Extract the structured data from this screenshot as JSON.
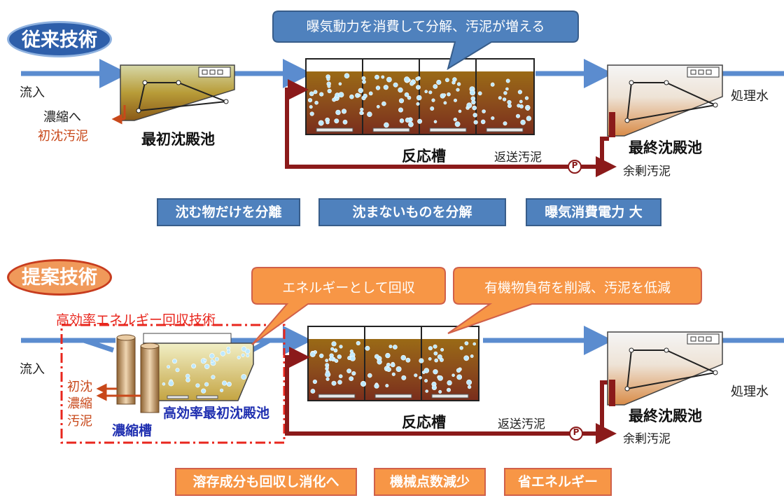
{
  "conventional": {
    "badge": "従来技術",
    "callout": "曝気動力を消費して分解、汚泥が増える",
    "inflow": "流入",
    "to_thickening": "濃縮へ",
    "primary_sludge": "初沈汚泥",
    "primary_tank": "最初沈殿池",
    "reactor": "反応槽",
    "return_sludge": "返送汚泥",
    "final_tank": "最終沈殿池",
    "excess_sludge": "余剰汚泥",
    "treated_water": "処理水",
    "pump": "P",
    "boxes": [
      "沈む物だけを分離",
      "沈まないものを分解",
      "曝気消費電力 大"
    ]
  },
  "proposed": {
    "badge": "提案技術",
    "callout_energy": "エネルギーとして回収",
    "callout_organic": "有機物負荷を削減、汚泥を低減",
    "system_label": "高効率エネルギー回収技術",
    "inflow": "流入",
    "sludge_lines": [
      "初沈",
      "濃縮",
      "汚泥"
    ],
    "thickener": "濃縮槽",
    "hr_primary_tank": "高効率最初沈殿池",
    "reactor": "反応槽",
    "return_sludge": "返送汚泥",
    "final_tank": "最終沈殿池",
    "excess_sludge": "余剰汚泥",
    "treated_water": "処理水",
    "pump": "P",
    "boxes": [
      "溶存成分も回収し消化へ",
      "機械点数減少",
      "省エネルギー"
    ]
  },
  "colors": {
    "flow_blue": "#5b8ccf",
    "sludge_red": "#8b1a1a",
    "badge_blue": "#4f81bd",
    "badge_orange": "#f79646",
    "dashed_red": "#e8261d"
  }
}
